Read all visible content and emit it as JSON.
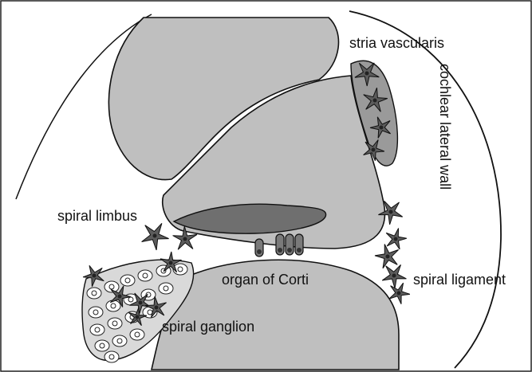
{
  "labels": {
    "stria_vascularis": "stria vascularis",
    "cochlear_lateral_wall": "cochlear lateral wall",
    "spiral_limbus": "spiral limbus",
    "organ_of_corti": "organ of Corti",
    "spiral_ligament": "spiral ligament",
    "spiral_ganglion": "spiral ganglion"
  },
  "colors": {
    "tissue_gray": "#bfbfbf",
    "tectorial_dark": "#6f6f6f",
    "stria_gray": "#9a9a9a",
    "ganglion_fill": "#d9d9d9",
    "cell_fill": "#5c5c5c",
    "outline": "#111111"
  }
}
